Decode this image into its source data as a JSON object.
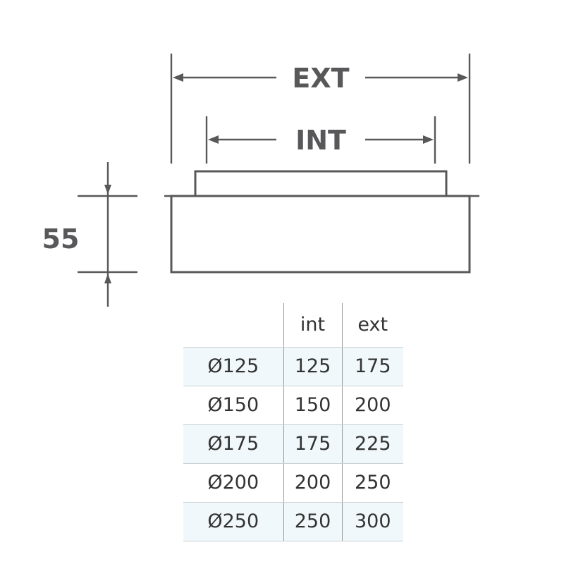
{
  "diagram": {
    "ext_label": "EXT",
    "int_label": "INT",
    "height_label": "55"
  },
  "table": {
    "headers": [
      "",
      "int",
      "ext"
    ],
    "rows": [
      {
        "size": "Ø125",
        "int": "125",
        "ext": "175"
      },
      {
        "size": "Ø150",
        "int": "150",
        "ext": "200"
      },
      {
        "size": "Ø175",
        "int": "175",
        "ext": "225"
      },
      {
        "size": "Ø200",
        "int": "200",
        "ext": "250"
      },
      {
        "size": "Ø250",
        "int": "250",
        "ext": "300"
      }
    ]
  },
  "colors": {
    "line": "#58585a",
    "row_shade": "#f1f8fb",
    "text": "#333333"
  }
}
